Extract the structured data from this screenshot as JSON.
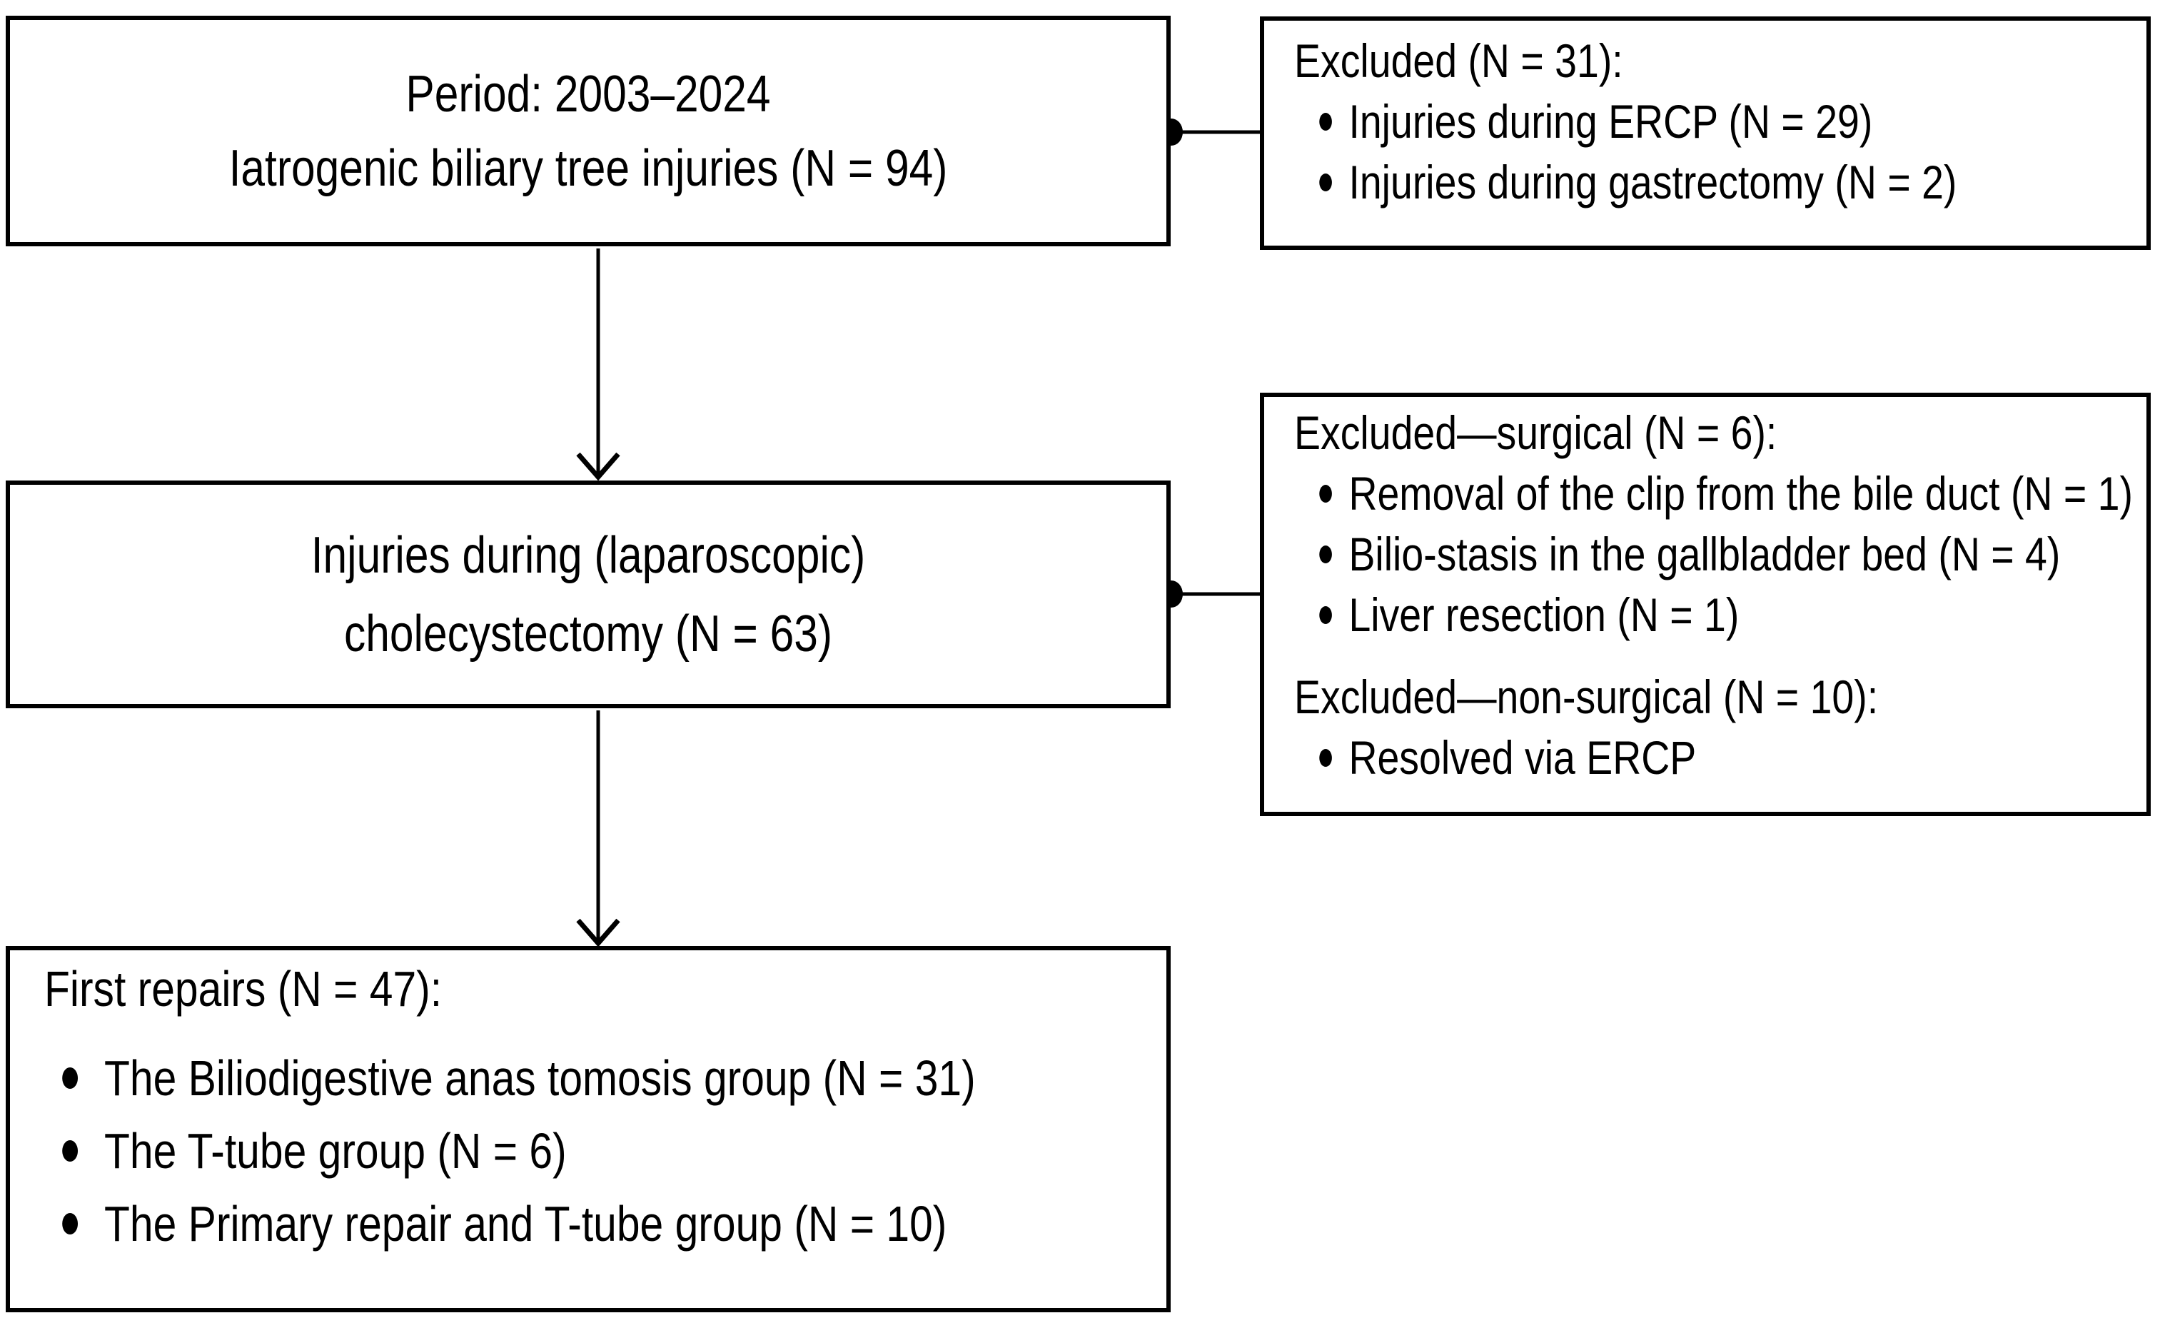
{
  "colors": {
    "ink": "#000000",
    "paper": "#ffffff"
  },
  "diagram": {
    "period_box": {
      "lines": [
        "Period: 2003–2024",
        "Iatrogenic biliary tree injuries (N = 94)"
      ]
    },
    "excluded_top_box": {
      "heading": "Excluded (N = 31):",
      "bullets": [
        "Injuries during ERCP (N = 29)",
        "Injuries during gastrectomy (N = 2)"
      ]
    },
    "cholecystectomy_box": {
      "lines": [
        "Injuries during (laparoscopic)",
        "cholecystectomy (N = 63)"
      ]
    },
    "excluded_mid_box": {
      "sections": [
        {
          "heading": "Excluded—surgical (N = 6):",
          "bullets": [
            "Removal of the clip from the bile duct (N = 1)",
            "Bilio-stasis in the gallbladder bed (N = 4)",
            "Liver resection (N = 1)"
          ]
        },
        {
          "heading": "Excluded—non-surgical (N = 10):",
          "bullets": [
            "Resolved via ERCP"
          ]
        }
      ]
    },
    "first_repairs_box": {
      "heading": "First repairs (N = 47):",
      "bullets": [
        "The Biliodigestive anas tomosis group (N = 31)",
        "The T-tube group (N = 6)",
        "The Primary repair and T-tube group (N = 10)"
      ]
    }
  }
}
